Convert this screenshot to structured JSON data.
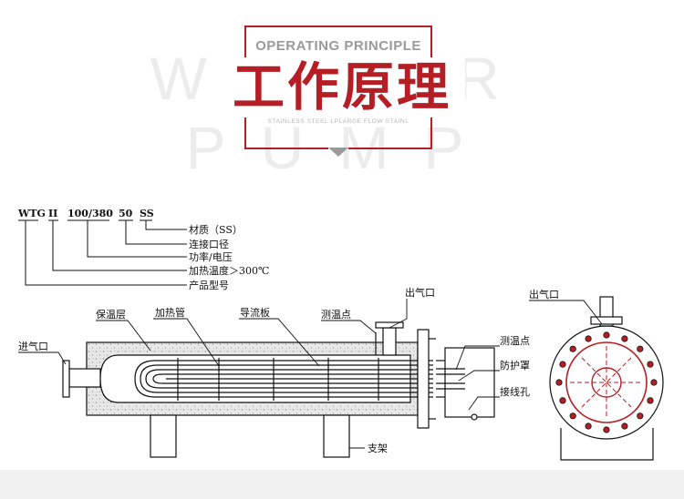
{
  "header": {
    "watermark": "WATER PUMP",
    "title_en": "OPERATING PRINCIPLE",
    "title_cn": "工作原理",
    "subtitle": "STAINLESS STEEL LPLARGE FLOW STAINL"
  },
  "model_code": {
    "parts": [
      "WTG",
      "II",
      "100/380",
      "50",
      "SS"
    ],
    "legend": [
      "材质（SS）",
      "连接口径",
      "功率/电压",
      "加热温度＞300℃",
      "产品型号"
    ]
  },
  "labels": {
    "inlet": "进气口",
    "insulation": "保温层",
    "heating_tube": "加热管",
    "baffle": "导流板",
    "temp_point": "测温点",
    "outlet": "出气口",
    "temp_point_box": "测温点",
    "shield": "防护罩",
    "wiring_hole": "接线孔",
    "support": "支架",
    "outlet_end": "出气口"
  },
  "colors": {
    "accent": "#b51e24",
    "title_gray": "#9a9a9a",
    "line": "#111111"
  }
}
